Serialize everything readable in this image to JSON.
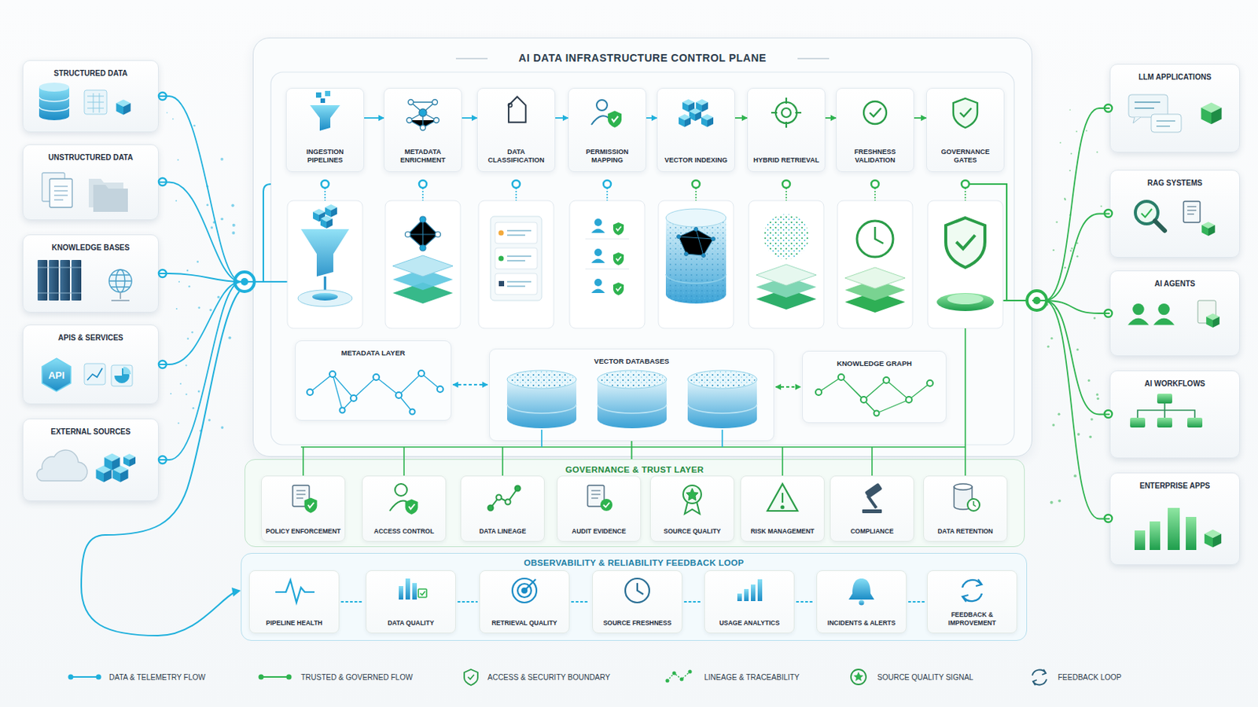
{
  "diagram": {
    "nodes": [
      {
        "text": [
          "STRUCTURED DATA"
        ]
      },
      {
        "text": [
          "UNSTRUCTURED DATA"
        ]
      },
      {
        "text": [
          "KNOWLEDGE BASES"
        ]
      },
      {
        "text": [
          "APIS & SERVICES"
        ]
      },
      {
        "text": [
          "EXTERNAL SOURCES"
        ]
      },
      {
        "text": [
          "AI DATA INFRASTRUCTURE CONTROL PLANE"
        ]
      },
      {
        "text": [
          "INGESTION PIPELINES"
        ],
        "in": 5
      },
      {
        "text": [
          "METADATA ENRICHMENT"
        ],
        "in": 5
      },
      {
        "text": [
          "DATA CLASSIFICATION"
        ],
        "in": 5
      },
      {
        "text": [
          "PERMISSION MAPPING"
        ],
        "in": 5
      },
      {
        "text": [
          "VECTOR INDEXING"
        ],
        "in": 5
      },
      {
        "text": [
          "HYBRID RETRIEVAL"
        ],
        "in": 5
      },
      {
        "text": [
          "FRESHNESS VALIDATION"
        ],
        "in": 5
      },
      {
        "text": [
          "GOVERNANCE GATES"
        ],
        "in": 5
      },
      {
        "text": [
          "METADATA LAYER"
        ],
        "in": 5
      },
      {
        "text": [
          "VECTOR DATABASES"
        ],
        "in": 5
      },
      {
        "text": [
          "KNOWLEDGE GRAPH"
        ],
        "in": 5
      },
      {
        "text": [
          "GOVERNANCE & TRUST LAYER"
        ]
      },
      {
        "text": [
          "POLICY ENFORCEMENT"
        ],
        "in": 17
      },
      {
        "text": [
          "ACCESS CONTROL"
        ],
        "in": 17
      },
      {
        "text": [
          "DATA LINEAGE"
        ],
        "in": 17
      },
      {
        "text": [
          "AUDIT EVIDENCE"
        ],
        "in": 17
      },
      {
        "text": [
          "SOURCE QUALITY"
        ],
        "in": 17
      },
      {
        "text": [
          "RISK MANAGEMENT"
        ],
        "in": 17
      },
      {
        "text": [
          "COMPLIANCE"
        ],
        "in": 17
      },
      {
        "text": [
          "DATA RETENTION"
        ],
        "in": 17
      },
      {
        "text": [
          "OBSERVABILITY & RELIABILITY FEEDBACK LOOP"
        ]
      },
      {
        "text": [
          "PIPELINE HEALTH"
        ],
        "in": 26
      },
      {
        "text": [
          "DATA QUALITY"
        ],
        "in": 26
      },
      {
        "text": [
          "RETRIEVAL QUALITY"
        ],
        "in": 26
      },
      {
        "text": [
          "SOURCE FRESHNESS"
        ],
        "in": 26
      },
      {
        "text": [
          "USAGE ANALYTICS"
        ],
        "in": 26
      },
      {
        "text": [
          "INCIDENTS & ALERTS"
        ],
        "in": 26
      },
      {
        "text": [
          "FEEDBACK & IMPROVEMENT"
        ],
        "in": 26
      },
      {
        "text": [
          "LLM APPLICATIONS"
        ]
      },
      {
        "text": [
          "RAG SYSTEMS"
        ]
      },
      {
        "text": [
          "AI AGENTS"
        ]
      },
      {
        "text": [
          "AI WORKFLOWS"
        ]
      },
      {
        "text": [
          "ENTERPRISE APPS"
        ]
      }
    ],
    "edges": [
      {
        "from": 6,
        "to": 7,
        "arrow": "to"
      },
      {
        "from": 7,
        "to": 8,
        "arrow": "to"
      },
      {
        "from": 8,
        "to": 9,
        "arrow": "to"
      },
      {
        "from": 9,
        "to": 10,
        "arrow": "to"
      },
      {
        "from": 10,
        "to": 11,
        "arrow": "to"
      },
      {
        "from": 11,
        "to": 12,
        "arrow": "to"
      },
      {
        "from": 12,
        "to": 13,
        "arrow": "to"
      },
      {
        "from": 0,
        "to": 5,
        "arrow": "none"
      },
      {
        "from": 1,
        "to": 5,
        "arrow": "none"
      },
      {
        "from": 2,
        "to": 5,
        "arrow": "none"
      },
      {
        "from": 3,
        "to": 5,
        "arrow": "none"
      },
      {
        "from": 4,
        "to": 5,
        "arrow": "none"
      },
      {
        "from": 5,
        "to": 34,
        "arrow": "none"
      },
      {
        "from": 5,
        "to": 35,
        "arrow": "none"
      },
      {
        "from": 5,
        "to": 36,
        "arrow": "none"
      },
      {
        "from": 5,
        "to": 37,
        "arrow": "none"
      },
      {
        "from": 5,
        "to": 38,
        "arrow": "none"
      },
      {
        "from": 14,
        "to": 15,
        "arrow": "both"
      },
      {
        "from": 15,
        "to": 16,
        "arrow": "both"
      },
      {
        "from": 27,
        "to": 28,
        "arrow": "none"
      },
      {
        "from": 28,
        "to": 29,
        "arrow": "none"
      },
      {
        "from": 29,
        "to": 30,
        "arrow": "none"
      },
      {
        "from": 30,
        "to": 31,
        "arrow": "none"
      },
      {
        "from": 31,
        "to": 32,
        "arrow": "none"
      },
      {
        "from": 32,
        "to": 33,
        "arrow": "none"
      },
      {
        "from": 15,
        "to": 17,
        "arrow": "none"
      }
    ],
    "labels": [
      "API"
    ],
    "legend": [
      {
        "text": "DATA & TELEMETRY FLOW"
      },
      {
        "text": "TRUSTED & GOVERNED FLOW"
      },
      {
        "text": "ACCESS & SECURITY BOUNDARY"
      },
      {
        "text": "LINEAGE & TRACEABILITY"
      },
      {
        "text": "SOURCE QUALITY SIGNAL"
      },
      {
        "text": "FEEDBACK LOOP"
      }
    ]
  }
}
